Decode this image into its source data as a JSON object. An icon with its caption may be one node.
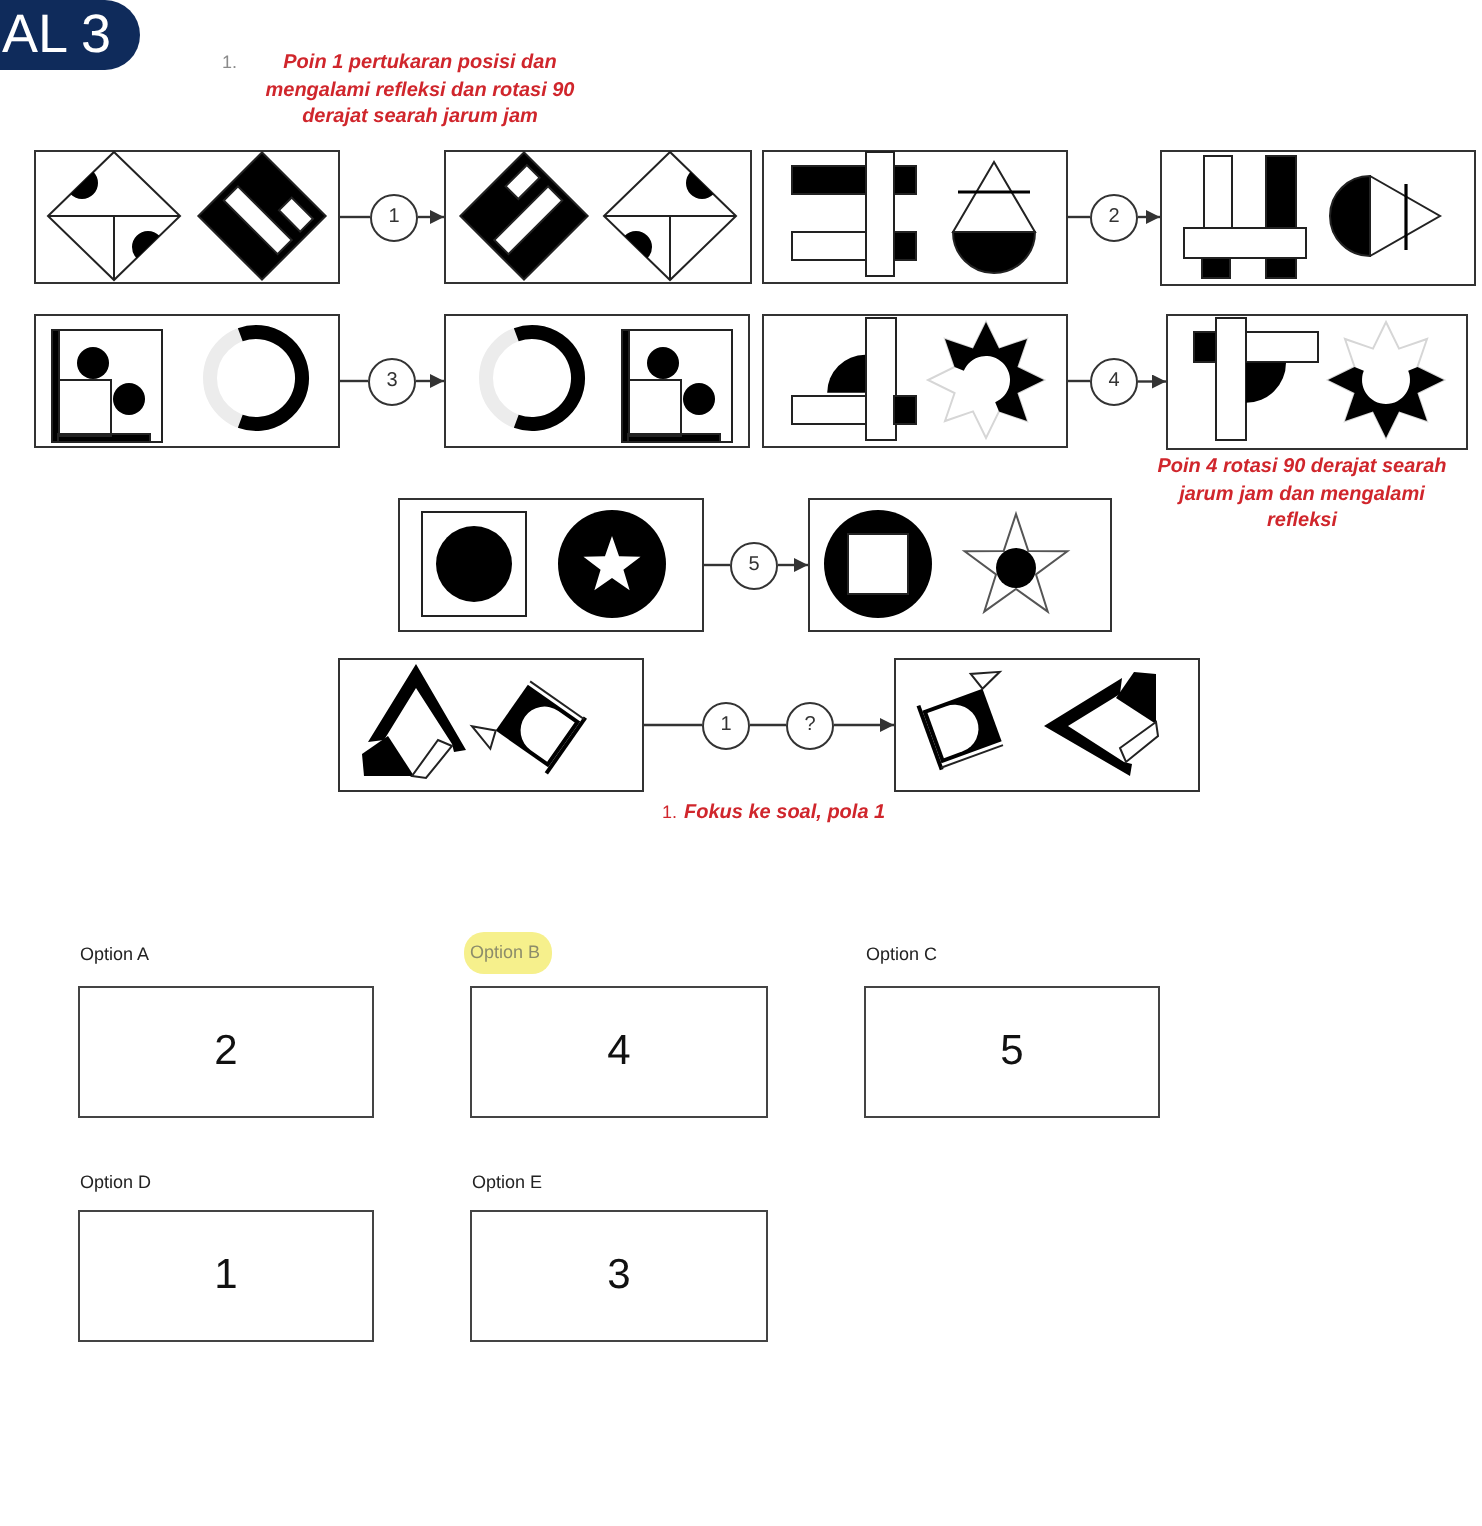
{
  "diagram": {
    "title": "AL 3",
    "nodes": [
      {
        "text": [],
        "shape": "picture"
      },
      {
        "text": [
          "1"
        ]
      },
      {
        "text": [],
        "shape": "picture"
      },
      {
        "text": [],
        "shape": "picture"
      },
      {
        "text": [
          "2"
        ]
      },
      {
        "text": [],
        "shape": "picture"
      },
      {
        "text": [],
        "shape": "picture"
      },
      {
        "text": [
          "3"
        ]
      },
      {
        "text": [],
        "shape": "picture"
      },
      {
        "text": [],
        "shape": "picture"
      },
      {
        "text": [
          "4"
        ]
      },
      {
        "text": [],
        "shape": "picture"
      },
      {
        "text": [],
        "shape": "picture"
      },
      {
        "text": [
          "5"
        ]
      },
      {
        "text": [],
        "shape": "picture"
      },
      {
        "text": [],
        "shape": "picture"
      },
      {
        "text": [
          "1"
        ]
      },
      {
        "text": [
          "?"
        ]
      },
      {
        "text": [],
        "shape": "picture"
      },
      {
        "text": [
          "Option A",
          "2"
        ]
      },
      {
        "text": [
          "Option B",
          "4"
        ]
      },
      {
        "text": [
          "Option C",
          "5"
        ]
      },
      {
        "text": [
          "Option D",
          "1"
        ]
      },
      {
        "text": [
          "Option E",
          "3"
        ]
      }
    ],
    "edges": [
      {
        "from": 0,
        "to": 1,
        "arrow": "none"
      },
      {
        "from": 1,
        "to": 2,
        "arrow": "to"
      },
      {
        "from": 3,
        "to": 4,
        "arrow": "none"
      },
      {
        "from": 4,
        "to": 5,
        "arrow": "to"
      },
      {
        "from": 6,
        "to": 7,
        "arrow": "none"
      },
      {
        "from": 7,
        "to": 8,
        "arrow": "to"
      },
      {
        "from": 9,
        "to": 10,
        "arrow": "none"
      },
      {
        "from": 10,
        "to": 11,
        "arrow": "to"
      },
      {
        "from": 12,
        "to": 13,
        "arrow": "none"
      },
      {
        "from": 13,
        "to": 14,
        "arrow": "to"
      },
      {
        "from": 15,
        "to": 16,
        "arrow": "none"
      },
      {
        "from": 16,
        "to": 17,
        "arrow": "none"
      },
      {
        "from": 17,
        "to": 18,
        "arrow": "to"
      }
    ],
    "labels": [
      "1.",
      "Poin 1 pertukaran posisi dan mengalami refleksi dan rotasi 90 derajat searah jarum jam",
      "Poin 4 rotasi 90 derajat searah jarum jam dan mengalami refleksi",
      "1.",
      "Fokus ke soal, pola 1"
    ]
  }
}
